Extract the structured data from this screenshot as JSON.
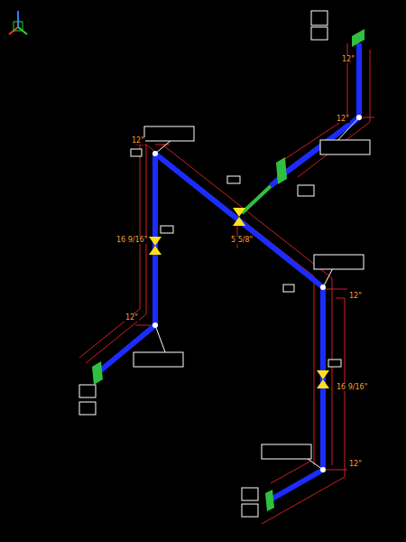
{
  "diagram": {
    "labels": [
      "12\"",
      "12\"",
      "12\"",
      "12\"",
      "12\"",
      "12\"",
      "16 9/16\"",
      "16 9/16\"",
      "5 5/8\""
    ]
  }
}
